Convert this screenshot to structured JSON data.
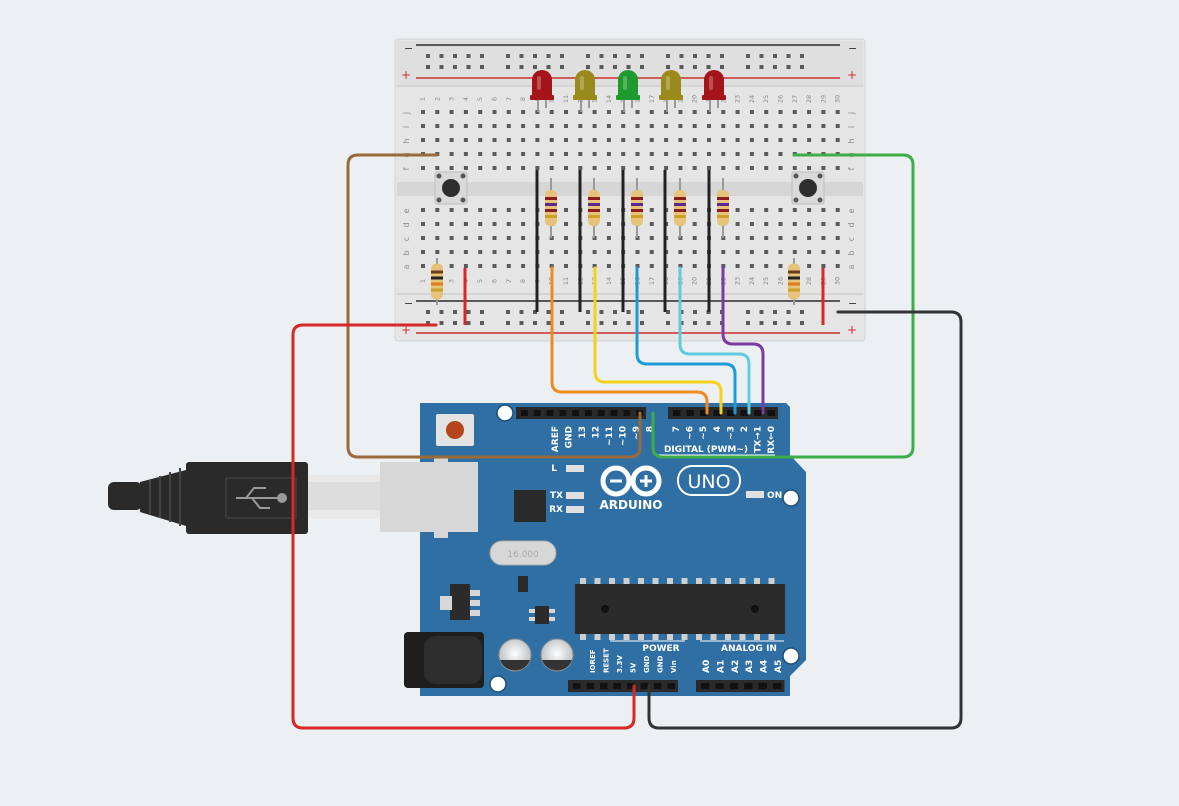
{
  "breadboard": {
    "rail_minus": "−",
    "rail_plus": "+",
    "row_letters_top": [
      "j",
      "i",
      "h",
      "g",
      "f"
    ],
    "row_letters_bottom": [
      "e",
      "d",
      "c",
      "b",
      "a"
    ],
    "column_numbers": [
      "1",
      "2",
      "3",
      "4",
      "5",
      "6",
      "7",
      "8",
      "9",
      "10",
      "11",
      "12",
      "13",
      "14",
      "15",
      "16",
      "17",
      "18",
      "19",
      "20",
      "21",
      "22",
      "23",
      "24",
      "25",
      "26",
      "27",
      "28",
      "29",
      "30"
    ]
  },
  "leds": [
    {
      "color": "#a3151b"
    },
    {
      "color": "#9a8a1c"
    },
    {
      "color": "#1f9a2e"
    },
    {
      "color": "#9a8a1c"
    },
    {
      "color": "#a3151b"
    }
  ],
  "arduino": {
    "brand": "ARDUINO",
    "model": "UNO",
    "on_label": "ON",
    "l_label": "L",
    "tx_label": "TX",
    "rx_label": "RX",
    "digital_header": "DIGITAL (PWM~)",
    "digital_pins_left": [
      "AREF",
      "GND",
      "13",
      "12",
      "~11",
      "~10",
      "~9",
      "8"
    ],
    "digital_pins_right": [
      "7",
      "~6",
      "~5",
      "4",
      "~3",
      "2",
      "TX→1",
      "RX←0"
    ],
    "power_header": "POWER",
    "power_pins": [
      "IOREF",
      "RESET",
      "3.3V",
      "5V",
      "GND",
      "GND",
      "Vin"
    ],
    "analog_header": "ANALOG IN",
    "analog_pins": [
      "A0",
      "A1",
      "A2",
      "A3",
      "A4",
      "A5"
    ],
    "crystal_label": "16.000",
    "board_color": "#2f6fa3"
  },
  "wires": [
    {
      "name": "brown",
      "color": "#9b6a3a"
    },
    {
      "name": "green",
      "color": "#3dae47"
    },
    {
      "name": "red",
      "color": "#d82727"
    },
    {
      "name": "black",
      "color": "#333333"
    },
    {
      "name": "orange",
      "color": "#ef8a1e"
    },
    {
      "name": "yellow",
      "color": "#f2d21b"
    },
    {
      "name": "blue",
      "color": "#1e9ad8"
    },
    {
      "name": "cyan",
      "color": "#5fcbe0"
    },
    {
      "name": "purple",
      "color": "#7b3aa2"
    }
  ]
}
